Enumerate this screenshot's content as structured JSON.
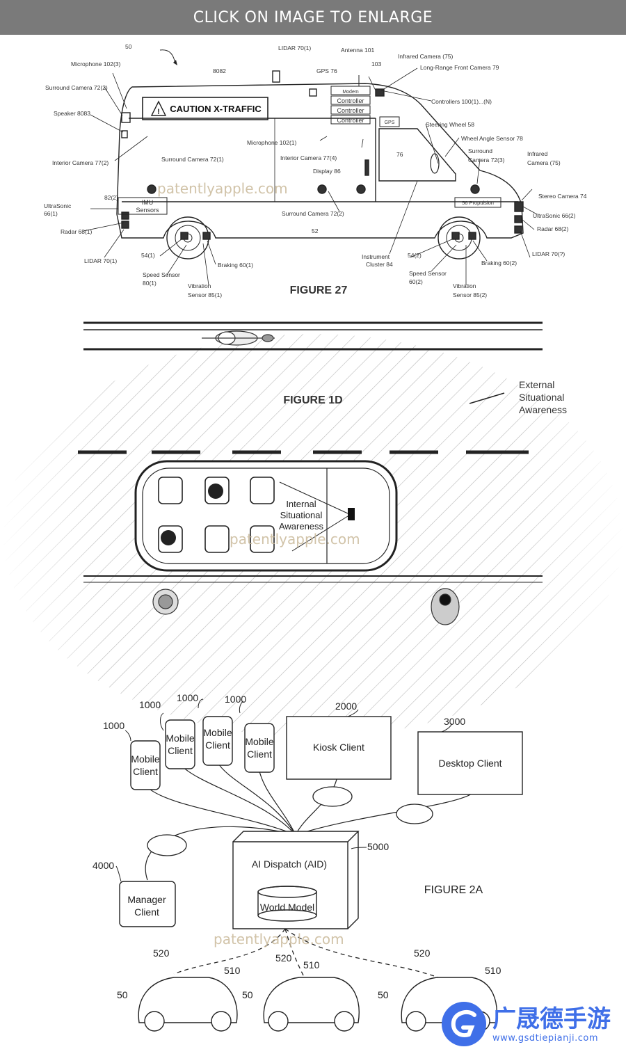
{
  "banner": {
    "text": "CLICK ON IMAGE TO ENLARGE"
  },
  "fig27": {
    "caption": "FIGURE 27",
    "caution_sign": "CAUTION X-TRAFFIC",
    "box_modem": "Modem",
    "box_controller": "Controller",
    "box_gps": "GPS",
    "box_imu": "IMU",
    "box_sensors": "Sensors",
    "box_propulsion": "56 Propulsion",
    "labels": {
      "l50": "50",
      "lidar_top": "LIDAR 70(1)",
      "antenna": "Antenna 101",
      "n103": "103",
      "infrared_top": "Infrared Camera (75)",
      "long_range": "Long-Range Front Camera 79",
      "microphone_top": "Microphone 102(3)",
      "n8082": "8082",
      "gps76": "GPS 76",
      "surround_top": "Surround Camera 72(2)",
      "speaker": "Speaker 8083",
      "controllers": "Controllers 100(1)...(N)",
      "steering": "Steering Wheel 58",
      "wheel_angle": "Wheel Angle Sensor 78",
      "n76": "76",
      "microphone_mid": "Microphone 102(1)",
      "interior_left": "Interior Camera 77(2)",
      "surround_721": "Surround Camera 72(1)",
      "interior_right": "Interior Camera 77(4)",
      "display": "Display 86",
      "surround_723_a": "Surround",
      "surround_723_b": "Camera 72(3)",
      "infrared_front_a": "Infrared",
      "infrared_front_b": "Camera (75)",
      "stereo": "Stereo Camera 74",
      "n822": "82(2)",
      "ultra_left_a": "UltraSonic",
      "ultra_left_b": "66(1)",
      "surround_722": "Surround Camera 72(2)",
      "ultra_right": "UltraSonic 66(2)",
      "radar_left": "Radar 68(1)",
      "n52": "52",
      "radar_right": "Radar 68(2)",
      "lidar_left": "LIDAR 70(1)",
      "n541": "54(1)",
      "braking1": "Braking 60(1)",
      "instrument_a": "Instrument",
      "instrument_b": "Cluster 84",
      "n542": "54(2)",
      "lidar_right": "LIDAR 70(?)",
      "braking2": "Braking 60(2)",
      "speed1_a": "Speed Sensor",
      "speed1_b": "80(1)",
      "vib1_a": "Vibration",
      "vib1_b": "Sensor 85(1)",
      "speed2_a": "Speed Sensor",
      "speed2_b": "60(2)",
      "vib2_a": "Vibration",
      "vib2_b": "Sensor 85(2)"
    }
  },
  "fig1d": {
    "caption": "FIGURE 1D",
    "external": [
      "External",
      "Situational",
      "Awareness"
    ],
    "internal": [
      "Internal",
      "Situational",
      "Awareness"
    ]
  },
  "fig2a": {
    "caption": "FIGURE 2A",
    "mobile_client_line1": "Mobile",
    "mobile_client_line2": "Client",
    "n1000": "1000",
    "kiosk": "Kiosk Client",
    "n2000": "2000",
    "desktop": "Desktop Client",
    "n3000": "3000",
    "aid": "AI Dispatch (AID)",
    "n5000": "5000",
    "world_model": "World Model",
    "manager_line1": "Manager",
    "manager_line2": "Client",
    "n4000": "4000",
    "n520": "520",
    "n510": "510",
    "n50": "50"
  },
  "watermark": {
    "text": "patentlyapple.com"
  },
  "logo": {
    "chinese": "广晟德手游",
    "url": "www.gsdtiepianji.com",
    "accent": "#3f6fe8"
  }
}
